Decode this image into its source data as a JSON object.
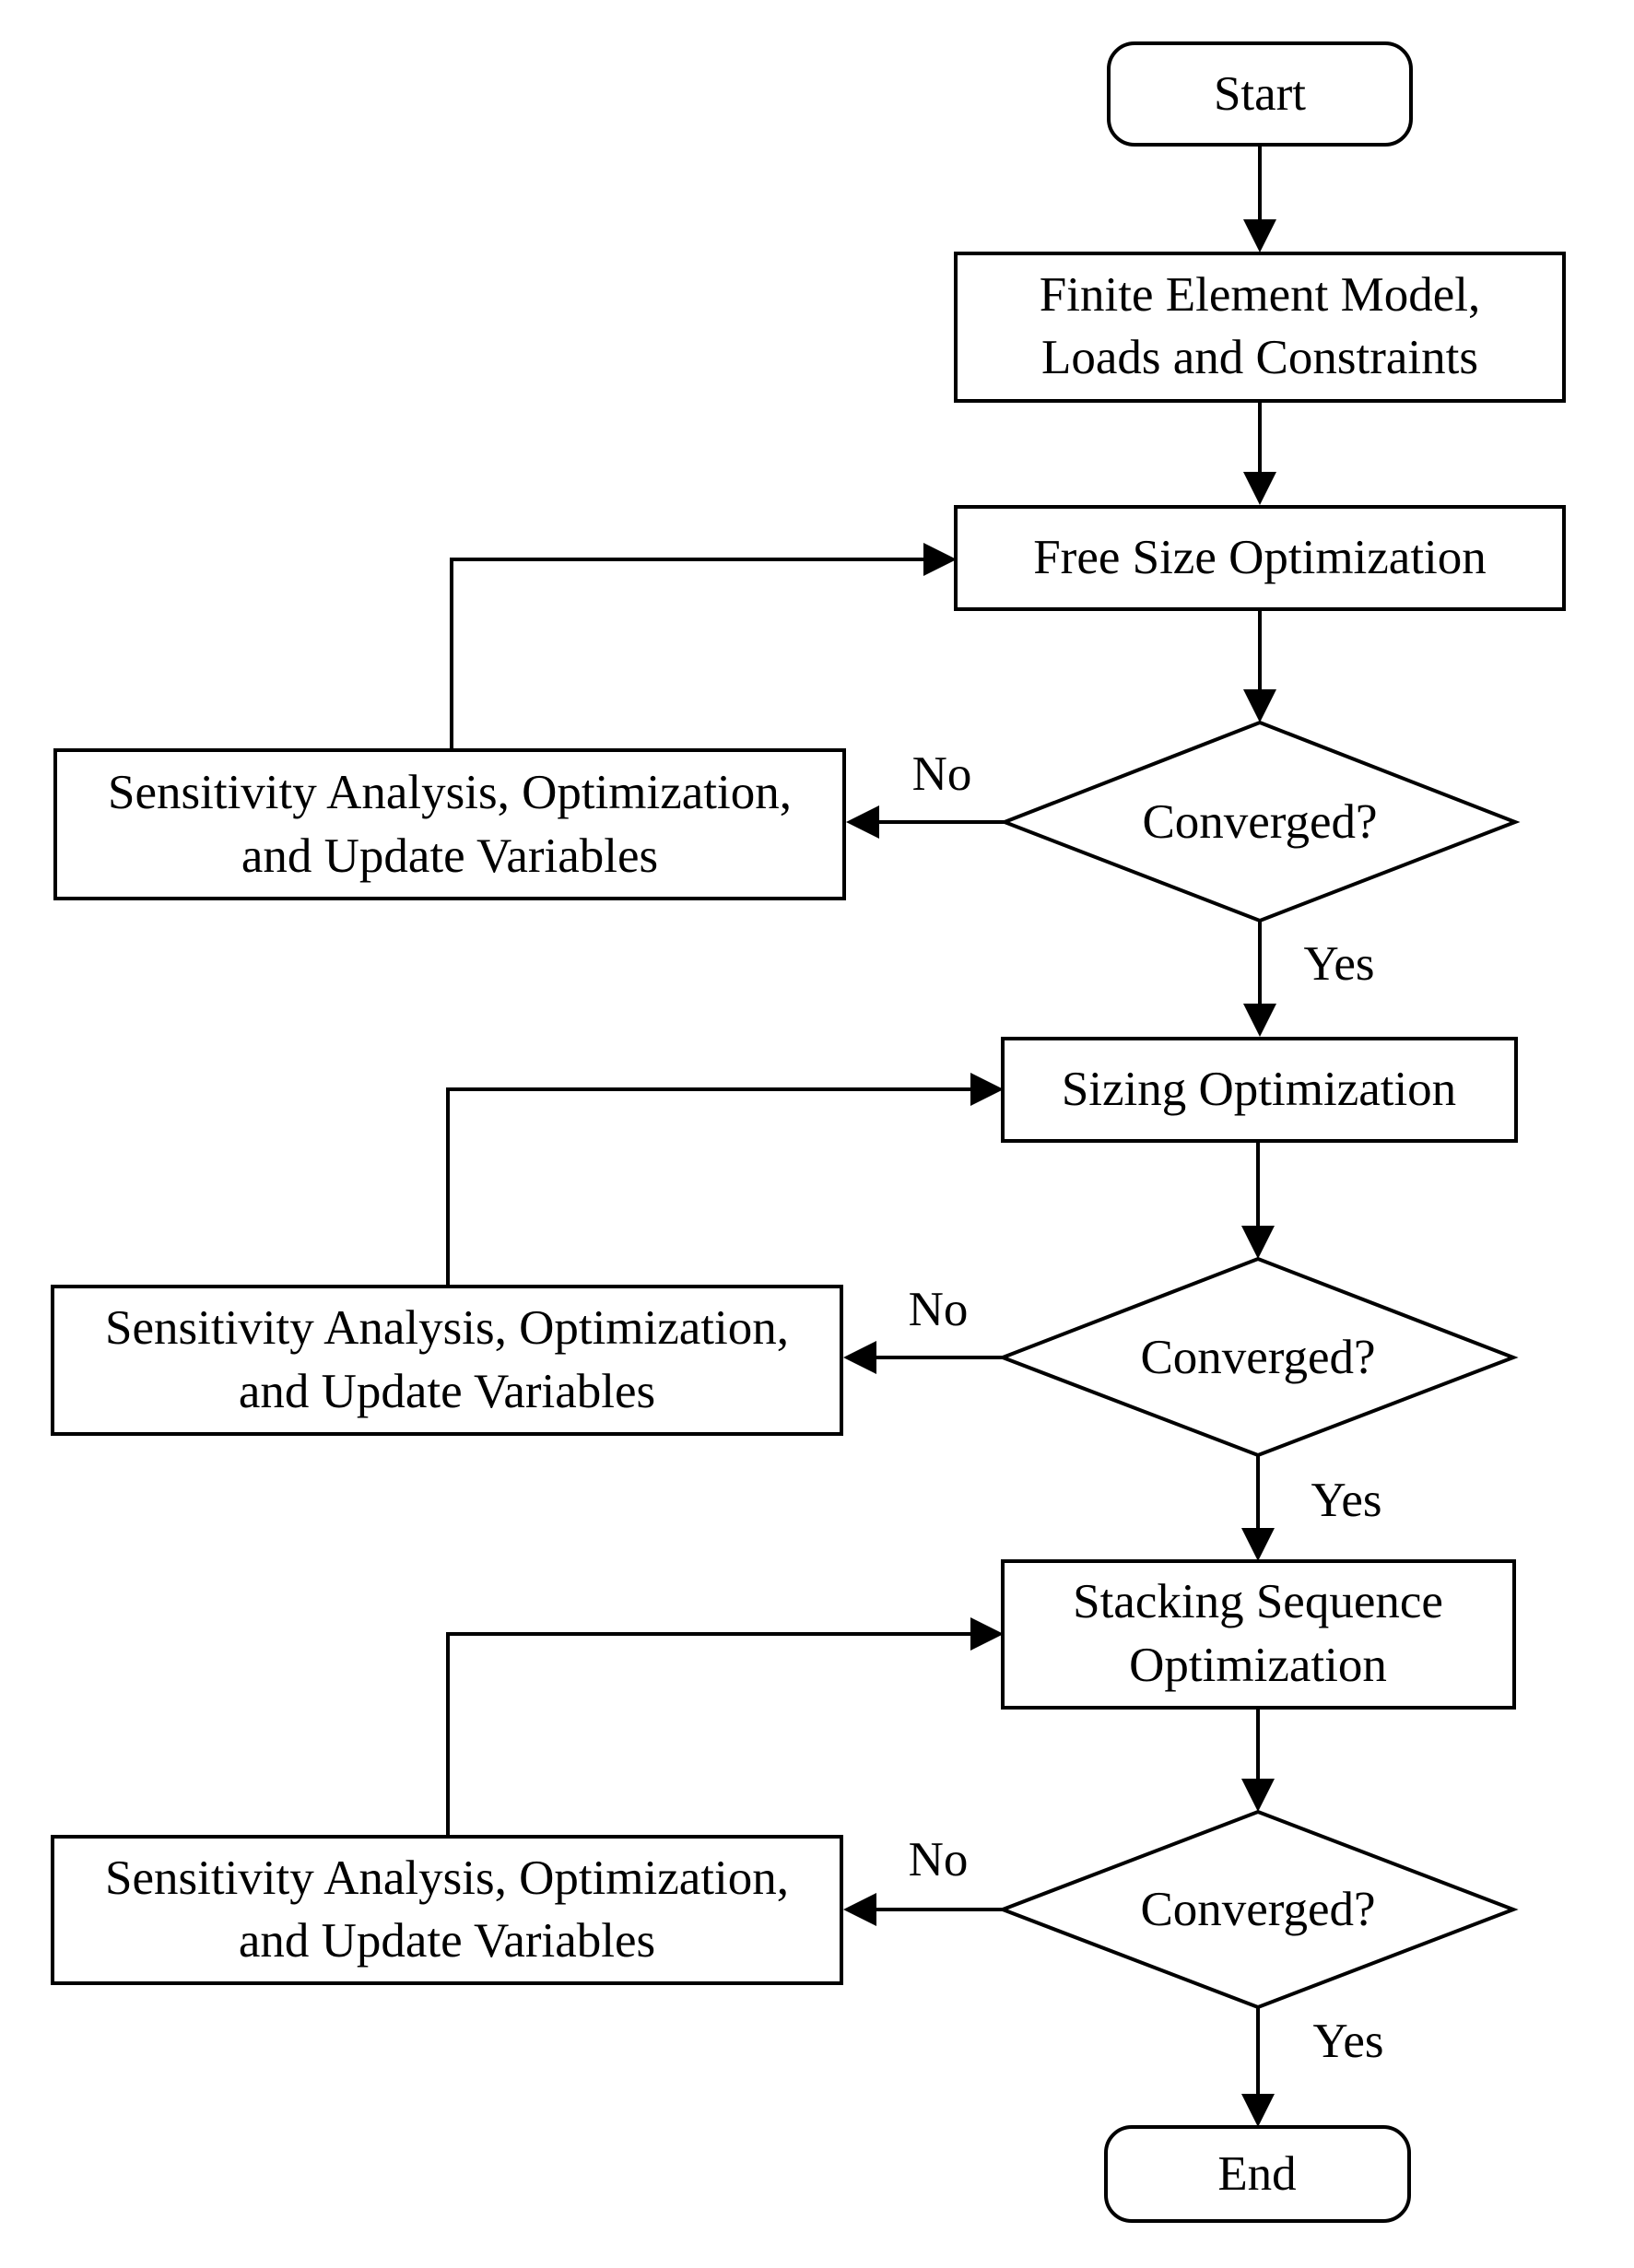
{
  "nodes": {
    "start": {
      "label": "Start"
    },
    "fem": {
      "line1": "Finite Element Model,",
      "line2": "Loads and Constraints"
    },
    "free_size": {
      "label": "Free Size Optimization"
    },
    "conv1": {
      "label": "Converged?"
    },
    "sens1": {
      "line1": "Sensitivity Analysis, Optimization,",
      "line2": "and Update Variables"
    },
    "sizing": {
      "label": "Sizing Optimization"
    },
    "conv2": {
      "label": "Converged?"
    },
    "sens2": {
      "line1": "Sensitivity Analysis, Optimization,",
      "line2": "and Update Variables"
    },
    "stacking": {
      "line1": "Stacking Sequence",
      "line2": "Optimization"
    },
    "conv3": {
      "label": "Converged?"
    },
    "sens3": {
      "line1": "Sensitivity Analysis, Optimization,",
      "line2": "and Update Variables"
    },
    "end": {
      "label": "End"
    }
  },
  "edge_labels": {
    "conv1_no": "No",
    "conv1_yes": "Yes",
    "conv2_no": "No",
    "conv2_yes": "Yes",
    "conv3_no": "No",
    "conv3_yes": "Yes"
  }
}
